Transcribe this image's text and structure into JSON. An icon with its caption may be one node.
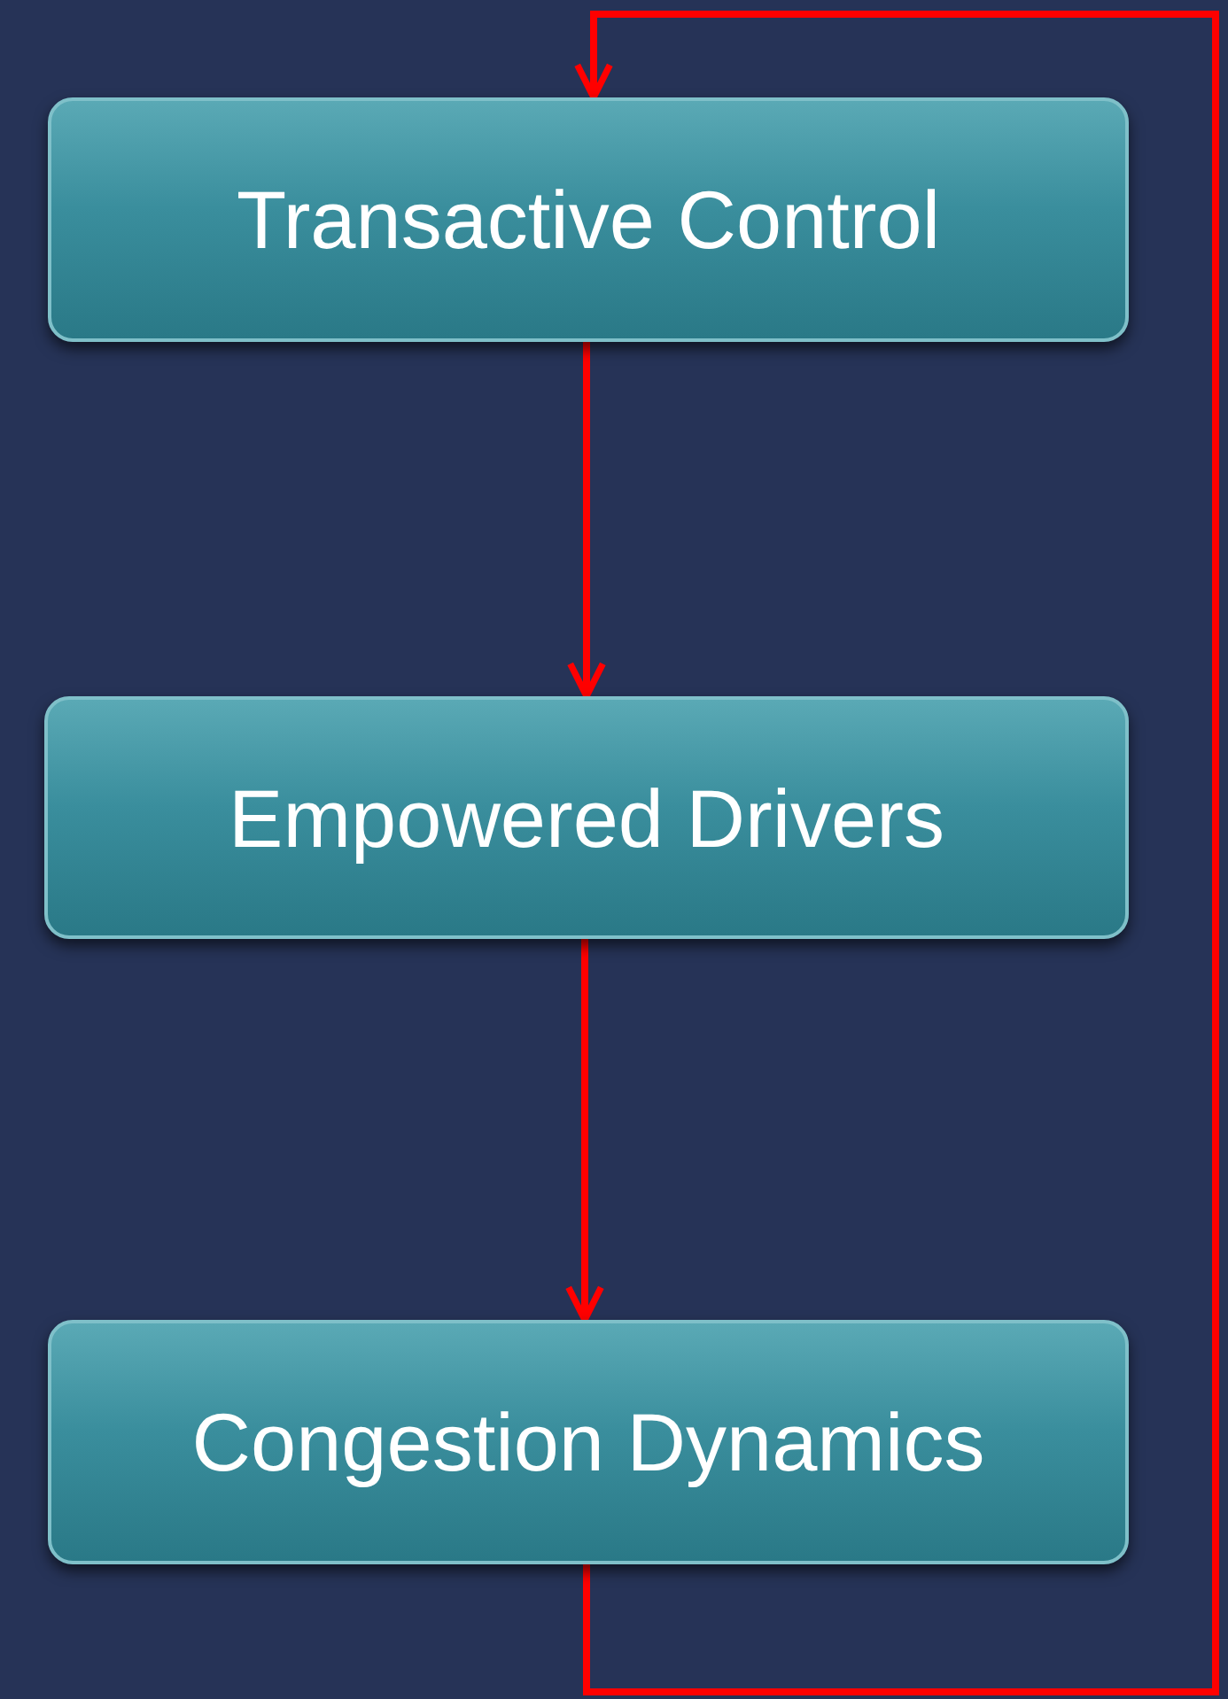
{
  "diagram": {
    "nodes": [
      {
        "text": [
          "Transactive Control"
        ]
      },
      {
        "text": [
          "Empowered Drivers"
        ]
      },
      {
        "text": [
          "Congestion Dynamics"
        ]
      }
    ],
    "edges": [
      {
        "from": 0,
        "to": 1,
        "arrow": "to"
      },
      {
        "from": 1,
        "to": 2,
        "arrow": "to"
      },
      {
        "from": 2,
        "to": 0,
        "arrow": "to"
      }
    ]
  }
}
